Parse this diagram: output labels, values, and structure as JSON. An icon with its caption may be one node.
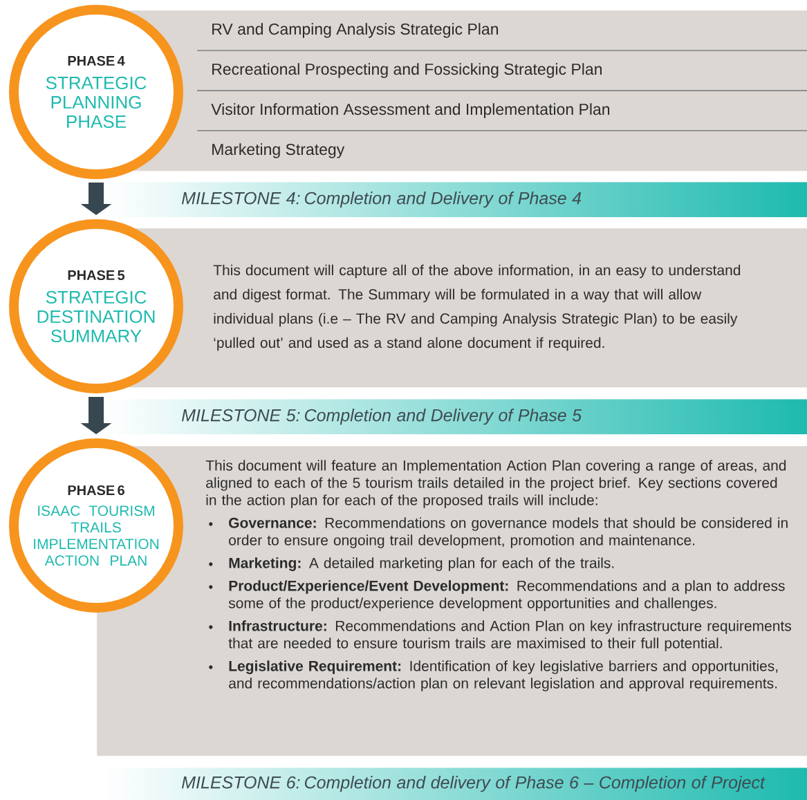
{
  "diagram": {
    "nodes": [
      {
        "text": [
          "PHASE 4",
          "STRATEGIC PLANNING PHASE"
        ]
      },
      {
        "text": [
          "RV and Camping Analysis Strategic Plan",
          "Recreational Prospecting and Fossicking Strategic Plan",
          "Visitor Information Assessment and Implementation Plan",
          "Marketing Strategy"
        ]
      },
      {
        "text": [
          "MILESTONE 4: Completion and Delivery of Phase 4"
        ]
      },
      {
        "text": [
          "PHASE 5",
          "STRATEGIC DESTINATION SUMMARY"
        ]
      },
      {
        "text": [
          "This document will capture all of the above information, in an easy to understand and digest format.  The Summary will be formulated in a way that will allow individual plans (i.e – The RV and Camping Analysis Strategic Plan) to be easily ‘pulled out’ and used as a stand alone document if required."
        ]
      },
      {
        "text": [
          "MILESTONE 5: Completion and Delivery of Phase 5"
        ]
      },
      {
        "text": [
          "PHASE 6",
          "ISAAC TOURISM TRAILS IMPLEMENTATION ACTION PLAN"
        ]
      },
      {
        "text": [
          "This document will feature an Implementation Action Plan covering a range of areas, and aligned to each of the 5 tourism trails detailed in the project brief.  Key sections covered in the action plan for each of the proposed trails will include:",
          "**Governance:**  Recommendations on governance models that should be considered in order to ensure ongoing trail development, promotion and maintenance.",
          "**Marketing:**  A detailed marketing plan for each of the trails.",
          "**Product/Experience/Event Development:**  Recommendations and a plan to address some of the product/experience development opportunities and challenges.",
          "**Infrastructure:**  Recommendations and Action Plan on key infrastructure requirements that are needed to ensure tourism trails are maximised to their full potential.",
          "**Legislative Requirement:**  Identification of key legislative barriers and opportunities, and recommendations/action plan on relevant legislation and approval requirements."
        ]
      },
      {
        "text": [
          "MILESTONE 6: Completion and delivery of Phase 6 – Completion of Project"
        ]
      }
    ],
    "edges": [
      {
        "from": 0,
        "to": 3,
        "arrow": "to"
      },
      {
        "from": 3,
        "to": 6,
        "arrow": "to"
      }
    ]
  }
}
